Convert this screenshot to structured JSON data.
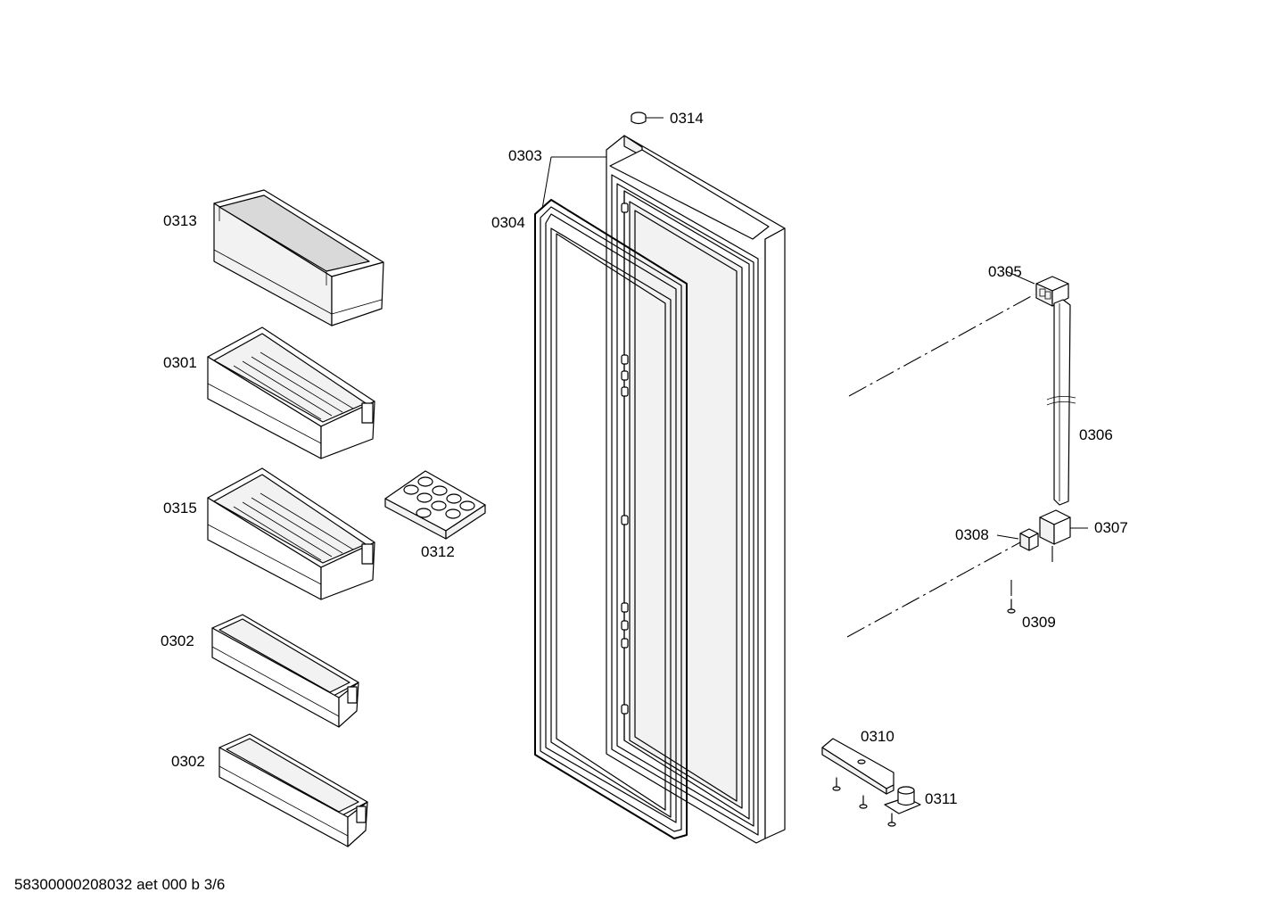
{
  "labels": {
    "p0301": "0301",
    "p0302a": "0302",
    "p0302b": "0302",
    "p0303": "0303",
    "p0304": "0304",
    "p0305": "0305",
    "p0306": "0306",
    "p0307": "0307",
    "p0308": "0308",
    "p0309": "0309",
    "p0310": "0310",
    "p0311": "0311",
    "p0312": "0312",
    "p0313": "0313",
    "p0314": "0314",
    "p0315": "0315"
  },
  "footer": "58300000208032 aet 000 b 3/6"
}
